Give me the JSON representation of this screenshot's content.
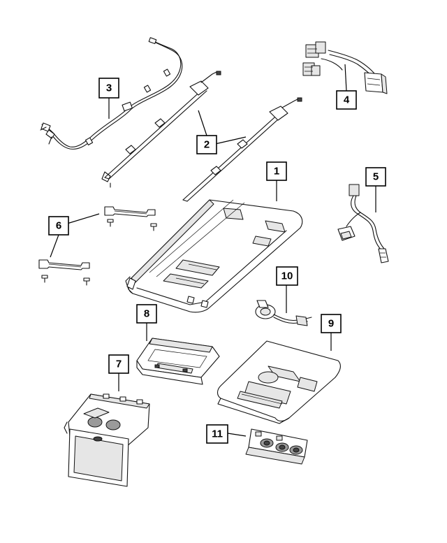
{
  "diagram": {
    "part_labels": [
      {
        "id": "1",
        "text": "1"
      },
      {
        "id": "2",
        "text": "2"
      },
      {
        "id": "3",
        "text": "3"
      },
      {
        "id": "4",
        "text": "4"
      },
      {
        "id": "5",
        "text": "5"
      },
      {
        "id": "6",
        "text": "6"
      },
      {
        "id": "7",
        "text": "7"
      },
      {
        "id": "8",
        "text": "8"
      },
      {
        "id": "9",
        "text": "9"
      },
      {
        "id": "10",
        "text": "10"
      },
      {
        "id": "11",
        "text": "11"
      }
    ]
  }
}
